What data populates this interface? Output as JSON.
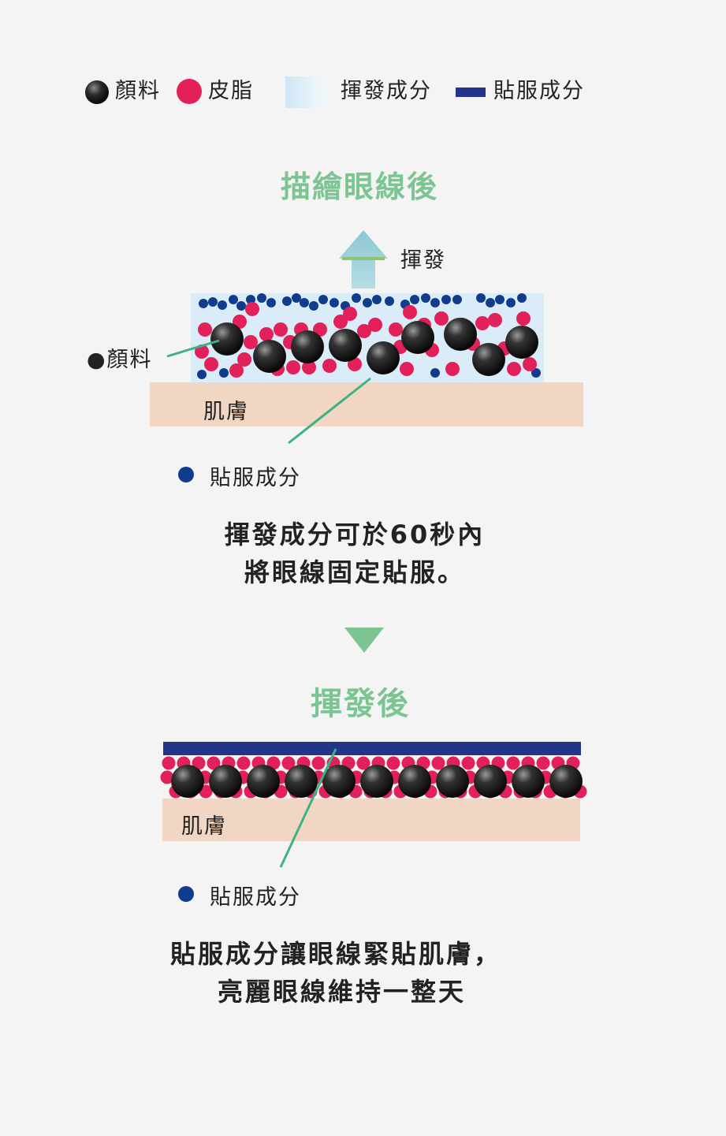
{
  "legend": {
    "pigment": "顏料",
    "sebum": "皮脂",
    "volatile": "揮發成分",
    "adhesive": "貼服成分"
  },
  "colors": {
    "pigment": "#1a1a1a",
    "sebum": "#e2215a",
    "volatile": "#dcedf7",
    "adhesive": "#24348a",
    "skin": "#f2d6c4",
    "accent_green": "#7cc593",
    "small_dot": "#113b8c"
  },
  "section1": {
    "title": "描繪眼線後",
    "evaporate_label": "揮發",
    "pigment_label": "●顏料",
    "skin_label": "肌膚",
    "adhesive_label": "貼服成分",
    "caption_line1": "揮發成分可於60秒內",
    "caption_line2": "將眼線固定貼服。"
  },
  "section2": {
    "title": "揮發後",
    "skin_label": "肌膚",
    "adhesive_label": "貼服成分",
    "caption_line1": "貼服成分讓眼線緊貼肌膚，",
    "caption_line2": "亮麗眼線維持一整天"
  },
  "icons": {
    "arrow_up": "arrow-up-icon",
    "arrow_down": "triangle-down-icon"
  }
}
